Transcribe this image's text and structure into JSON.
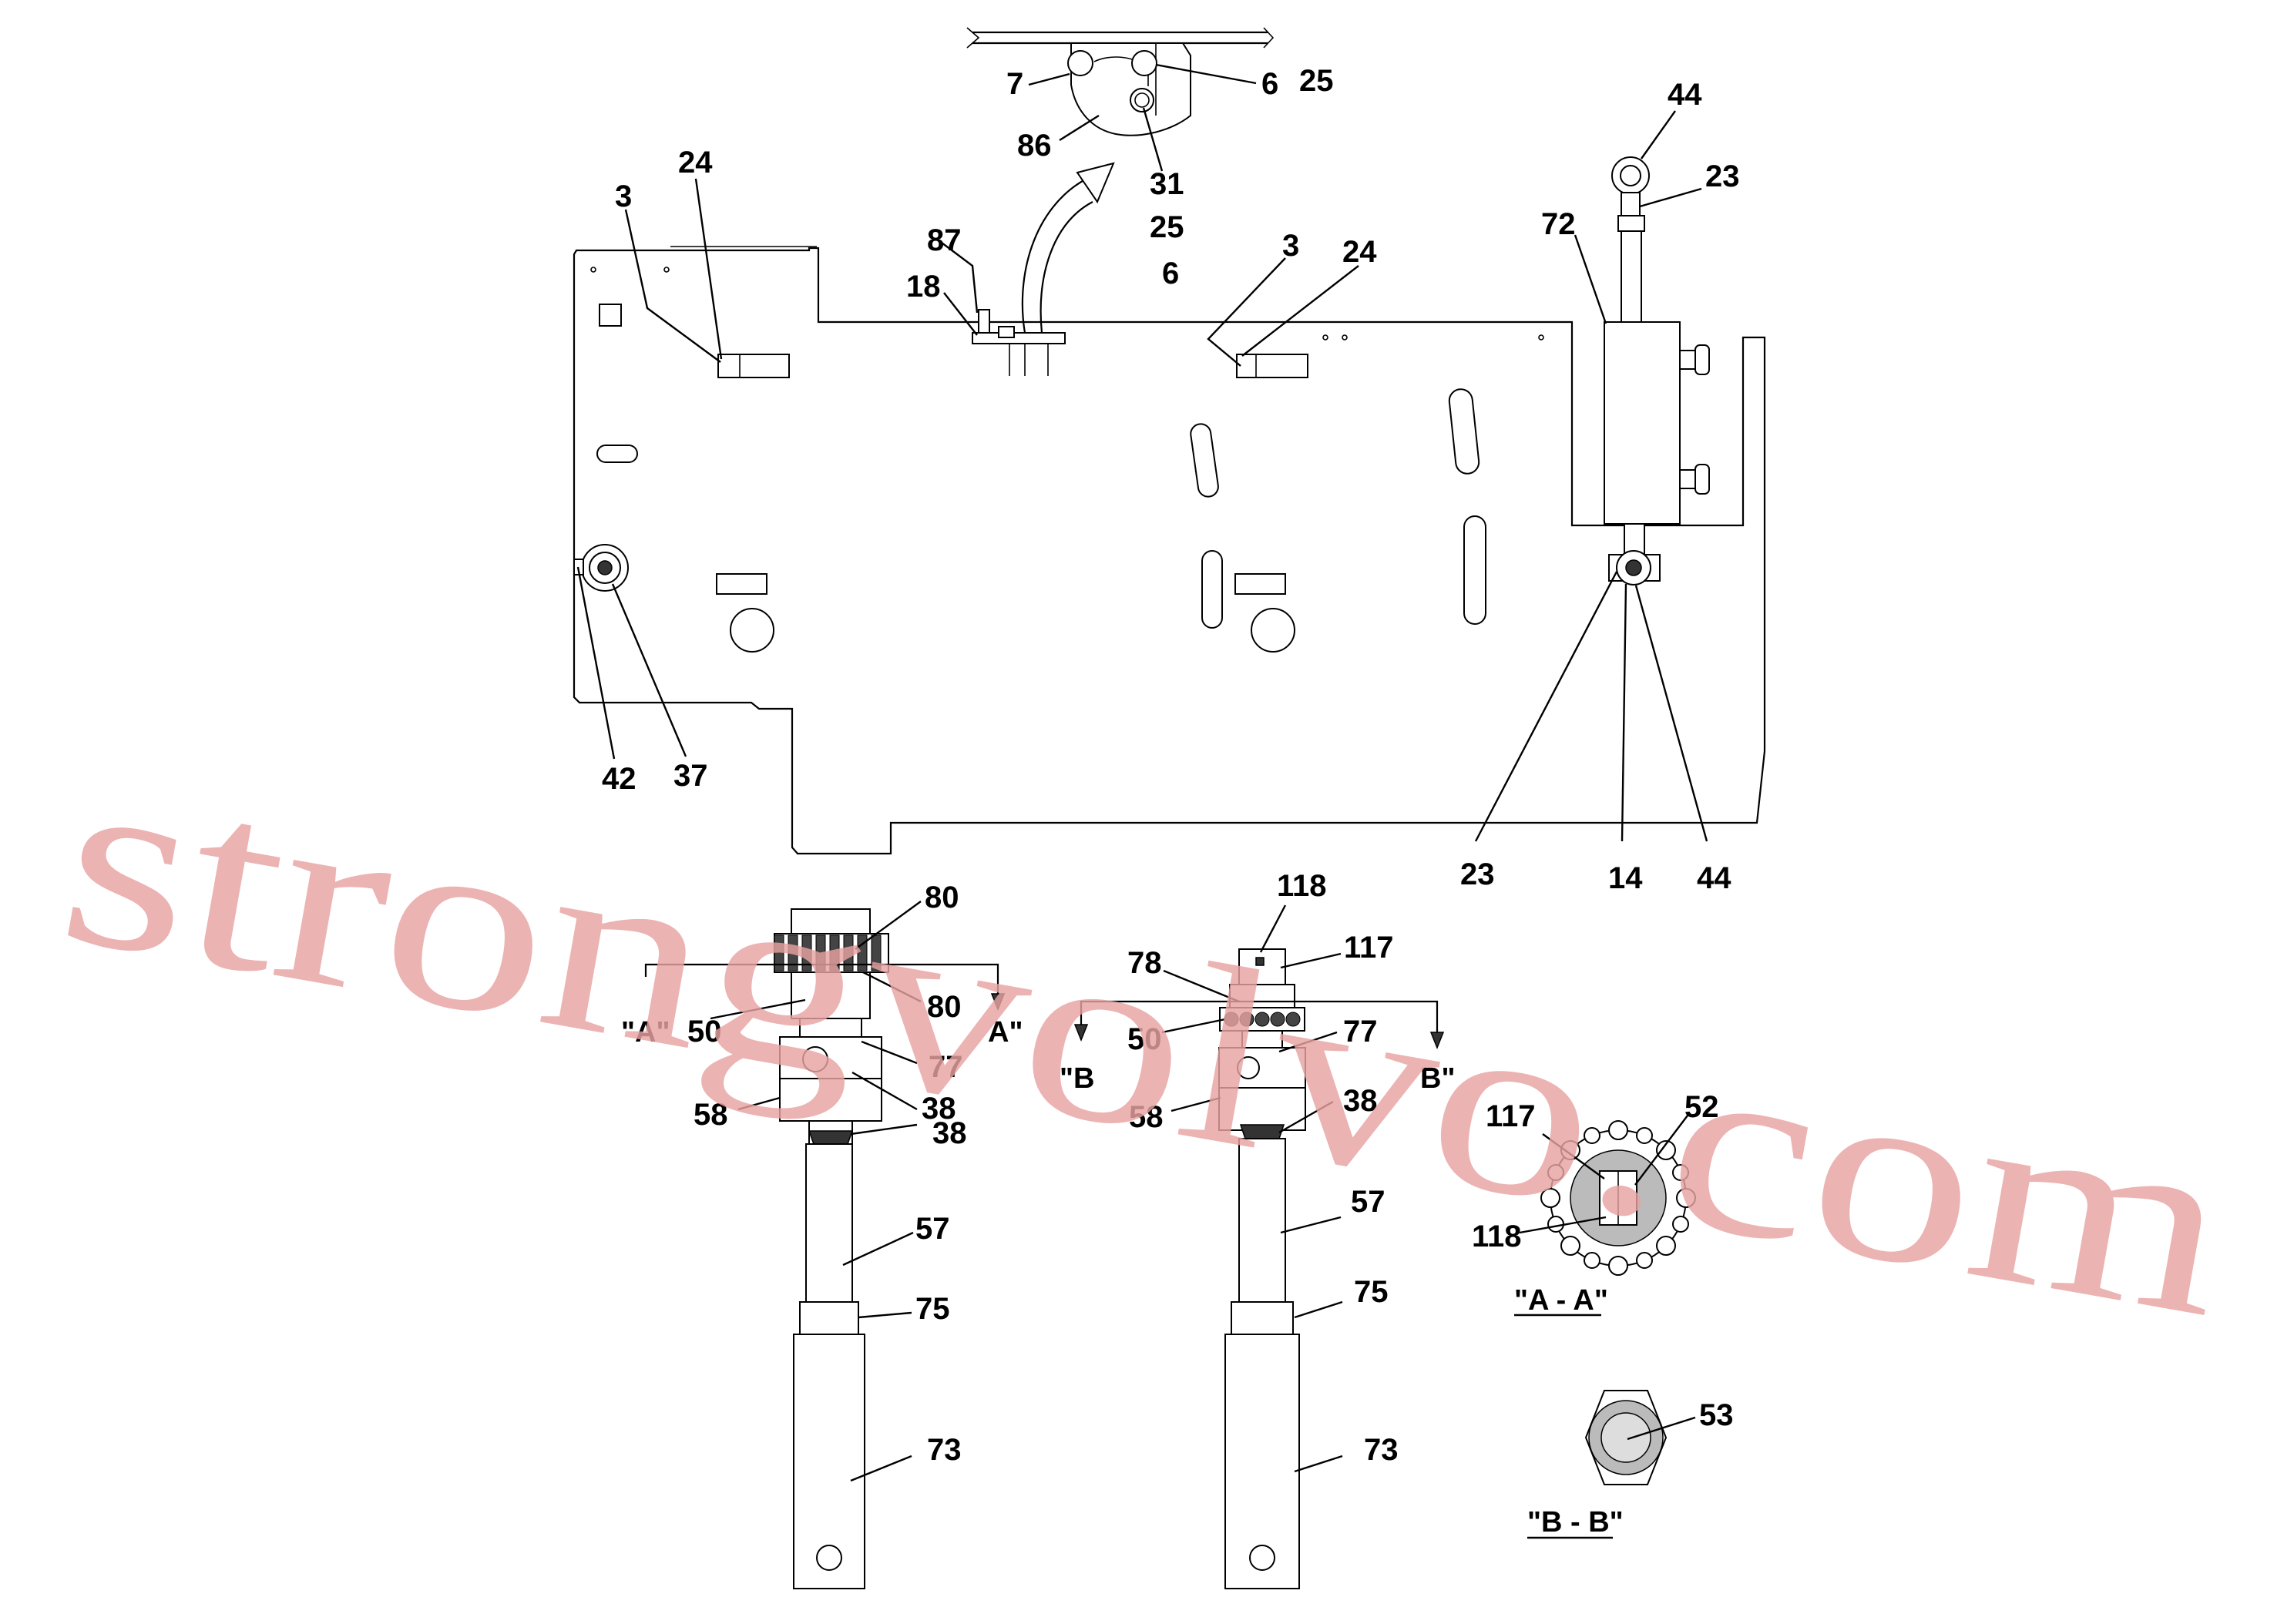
{
  "diagram": {
    "callouts": {
      "c7": "7",
      "c6_top": "6",
      "c25_top": "25",
      "c86": "86",
      "c31": "31",
      "c25_mid": "25",
      "c6_mid": "6",
      "c87": "87",
      "c18": "18",
      "c3_left": "3",
      "c24_left": "24",
      "c3_mid": "3",
      "c24_mid": "24",
      "c44_top": "44",
      "c23_top": "23",
      "c72": "72",
      "c42": "42",
      "c37": "37",
      "c23_bot": "23",
      "c14": "14",
      "c44_bot": "44",
      "c80_a": "80",
      "c80_b": "80",
      "c50_a": "50",
      "c77_a": "77",
      "c38_a1": "38",
      "c38_a2": "38",
      "c58_a": "58",
      "c57_a": "57",
      "c75_a": "75",
      "c73_a": "73",
      "c118_top": "118",
      "c117_top": "117",
      "c78": "78",
      "c50_b": "50",
      "c77_b": "77",
      "c38_b": "38",
      "c58_b": "58",
      "c57_b": "57",
      "c75_b": "75",
      "c73_b": "73",
      "c117_sec": "117",
      "c52": "52",
      "c118_sec": "118",
      "c53": "53"
    },
    "section_marks": {
      "a_left": "\"A\"",
      "a_right": "A\"",
      "b_left": "\"B",
      "b_right": "B\""
    },
    "section_titles": {
      "aa": "\"A - A\"",
      "bb": "\"B - B\""
    },
    "watermark": "strongvolvo.com"
  }
}
